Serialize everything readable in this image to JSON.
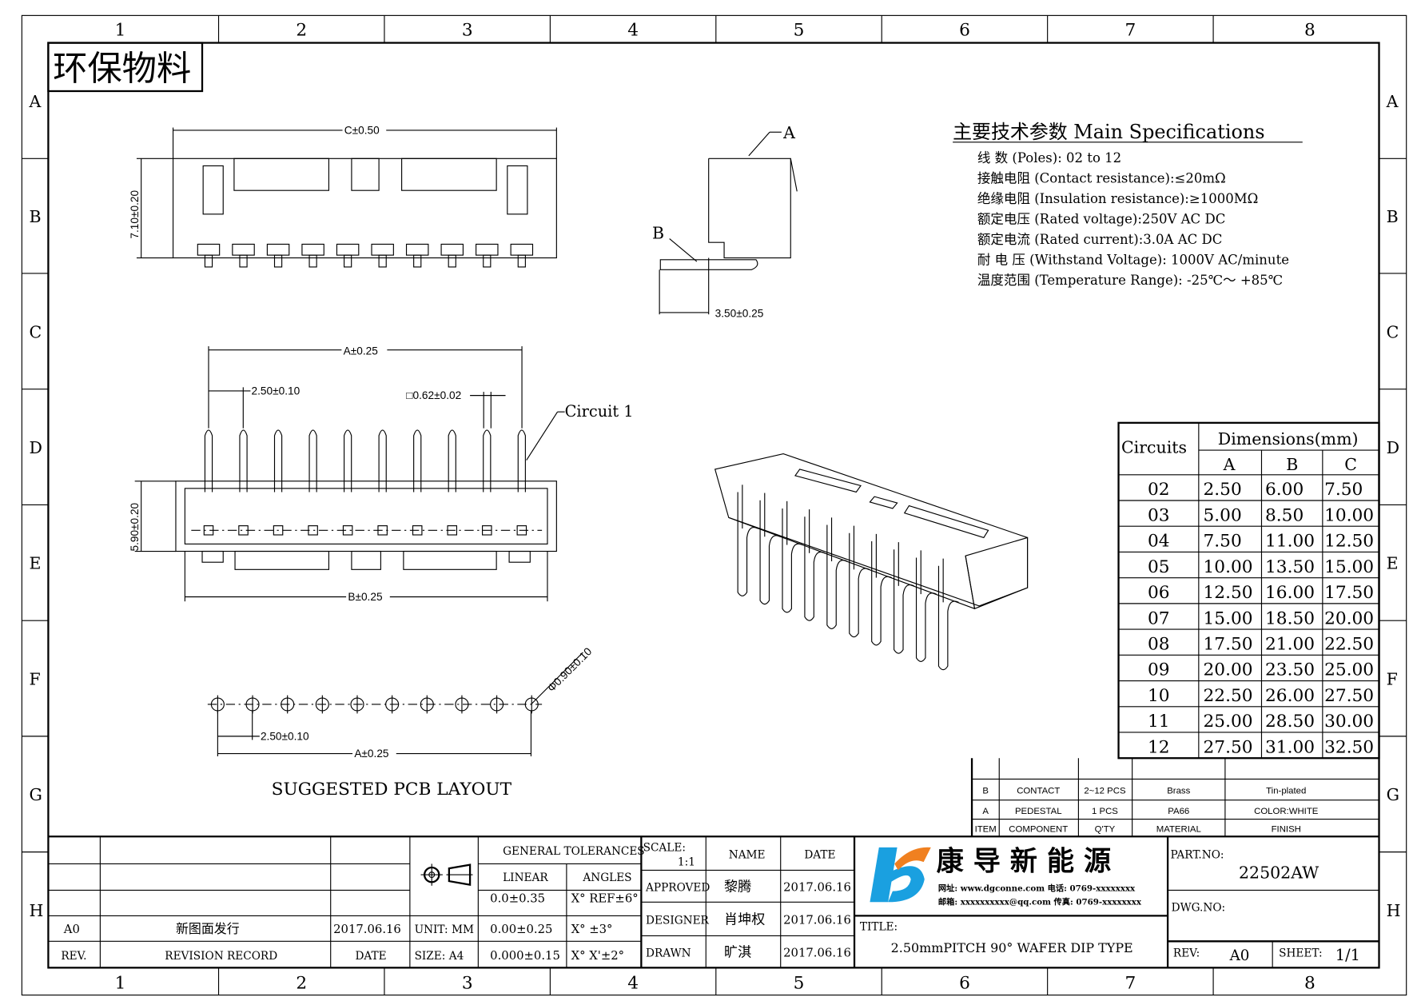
{
  "frame": {
    "columns": [
      "1",
      "2",
      "3",
      "4",
      "5",
      "6",
      "7",
      "8"
    ],
    "rows": [
      "A",
      "B",
      "C",
      "D",
      "E",
      "F",
      "G",
      "H"
    ]
  },
  "stamp": "环保物料",
  "dims": {
    "c": "C±0.50",
    "height_top": "7.10±0.20",
    "side_a": "A",
    "side_b": "B",
    "side_depth": "3.50±0.25",
    "a_front": "A±0.25",
    "pitch_front": "2.50±0.10",
    "pin": "□0.62±0.02",
    "circuit1": "Circuit 1",
    "height_front": "5.90±0.20",
    "b_front": "B±0.25",
    "hole": "Φ0.90±0.10",
    "pitch_pcb": "2.50±0.10",
    "a_pcb": "A±0.25",
    "pcb_title": "SUGGESTED PCB LAYOUT"
  },
  "specs": {
    "title": "主要技术参数 Main Specifications",
    "lines": [
      "线    数 (Poles): 02 to 12",
      "接触电阻 (Contact resistance):≤20mΩ",
      "绝缘电阻 (Insulation resistance):≥1000MΩ",
      "额定电压 (Rated voltage):250V AC DC",
      "额定电流 (Rated current):3.0A AC DC",
      "耐 电 压 (Withstand Voltage): 1000V AC/minute",
      "温度范围 (Temperature Range): -25℃～ +85℃"
    ]
  },
  "dim_table": {
    "circuits_header": "Circuits",
    "dims_header": "Dimensions(mm)",
    "cols": [
      "A",
      "B",
      "C"
    ],
    "rows": [
      [
        "02",
        "2.50",
        "6.00",
        "7.50"
      ],
      [
        "03",
        "5.00",
        "8.50",
        "10.00"
      ],
      [
        "04",
        "7.50",
        "11.00",
        "12.50"
      ],
      [
        "05",
        "10.00",
        "13.50",
        "15.00"
      ],
      [
        "06",
        "12.50",
        "16.00",
        "17.50"
      ],
      [
        "07",
        "15.00",
        "18.50",
        "20.00"
      ],
      [
        "08",
        "17.50",
        "21.00",
        "22.50"
      ],
      [
        "09",
        "20.00",
        "23.50",
        "25.00"
      ],
      [
        "10",
        "22.50",
        "26.00",
        "27.50"
      ],
      [
        "11",
        "25.00",
        "28.50",
        "30.00"
      ],
      [
        "12",
        "27.50",
        "31.00",
        "32.50"
      ]
    ]
  },
  "bom": {
    "header": [
      "ITEM",
      "COMPONENT",
      "Q'TY",
      "MATERIAL",
      "FINISH"
    ],
    "rows": [
      [
        "B",
        "CONTACT",
        "2~12 PCS",
        "Brass",
        "Tin-plated"
      ],
      [
        "A",
        "PEDESTAL",
        "1 PCS",
        "PA66",
        "COLOR:WHITE"
      ]
    ]
  },
  "revision": {
    "rev": "A0",
    "record": "新图面发行",
    "date": "2017.06.16",
    "rev_label": "REV.",
    "record_label": "REVISION RECORD",
    "date_label": "DATE"
  },
  "units": {
    "unit": "UNIT: MM",
    "size": "SIZE: A4"
  },
  "tolerances": {
    "title": "GENERAL TOLERANCES",
    "linear": "LINEAR",
    "angles": "ANGLES",
    "linear_values": [
      "0.0±0.35",
      "0.00±0.25",
      "0.000±0.15"
    ],
    "angle_values": [
      "X° REF±6°",
      "X° ±3°",
      "X° X'±2°"
    ]
  },
  "signoff": {
    "scale_label": "SCALE:",
    "scale": "1:1",
    "name_label": "NAME",
    "date_label": "DATE",
    "rows": [
      [
        "APPROVED",
        "黎腾",
        "2017.06.16"
      ],
      [
        "DESIGNER",
        "肖坤权",
        "2017.06.16"
      ],
      [
        "DRAWN",
        "旷淇",
        "2017.06.16"
      ]
    ]
  },
  "company": {
    "name": "康 导 新 能 源",
    "contact1": "网址: www.dgconne.com  电话: 0769-xxxxxxxx",
    "contact2": "邮箱: xxxxxxxxxx@qq.com 传真: 0769-xxxxxxxx",
    "brand_blue": "#1aa0e0",
    "brand_orange": "#f08020"
  },
  "title": {
    "label": "TITLE:",
    "value": "2.50mmPITCH 90° WAFER DIP TYPE"
  },
  "part": {
    "label": "PART.NO:",
    "value": "22502AW",
    "dwg_label": "DWG.NO:",
    "rev_label": "REV:",
    "rev": "A0",
    "sheet_label": "SHEET:",
    "sheet": "1/1"
  }
}
